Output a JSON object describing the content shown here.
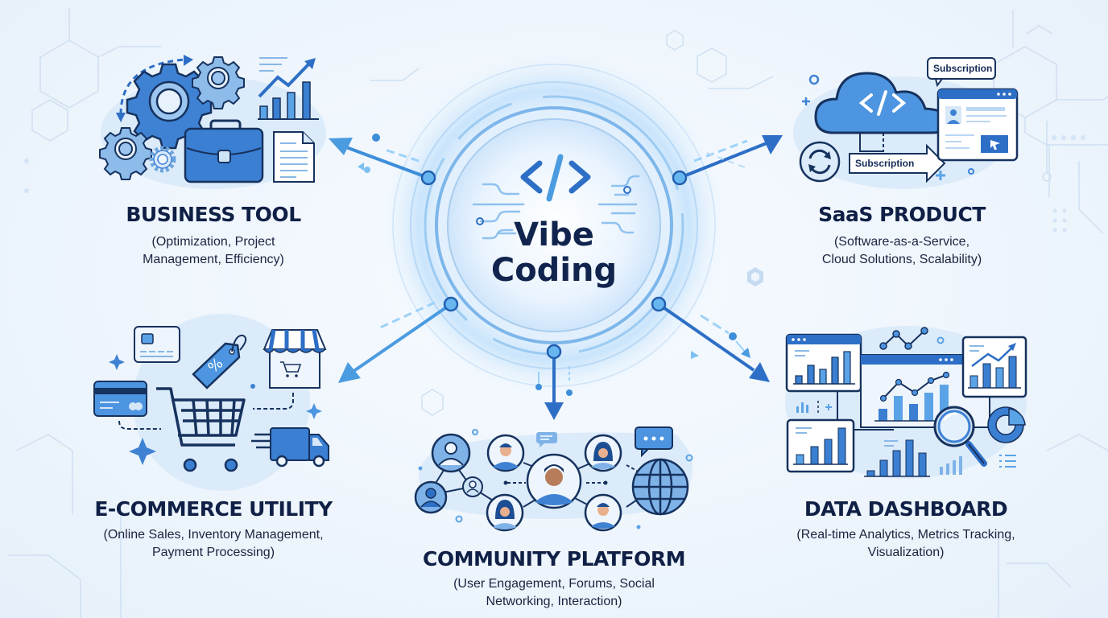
{
  "center": {
    "icon": "code-brackets-icon",
    "line1": "Vibe",
    "line2": "Coding"
  },
  "nodes": [
    {
      "id": "business-tool",
      "title": "BUSINESS TOOL",
      "subtitle_line1": "(Optimization, Project",
      "subtitle_line2": "Management, Efficiency)",
      "icons": [
        "gear-icon",
        "briefcase-icon",
        "bar-chart-trend-icon",
        "document-icon",
        "cycle-arrow-icon"
      ]
    },
    {
      "id": "saas-product",
      "title": "SaaS PRODUCT",
      "subtitle_line1": "(Software-as-a-Service,",
      "subtitle_line2": "Cloud Solutions, Scalability)",
      "icons": [
        "cloud-code-icon",
        "browser-window-icon",
        "sync-icon",
        "arrow-right-icon",
        "chat-bubble-icon"
      ],
      "labels": {
        "bubble": "Subscription",
        "arrow": "Subscription"
      }
    },
    {
      "id": "e-commerce-utility",
      "title": "E-COMMERCE UTILITY",
      "subtitle_line1": "(Online Sales, Inventory Management,",
      "subtitle_line2": "Payment Processing)",
      "icons": [
        "credit-card-icon",
        "price-tag-icon",
        "storefront-icon",
        "shopping-cart-icon",
        "delivery-truck-icon"
      ]
    },
    {
      "id": "community-platform",
      "title": "COMMUNITY PLATFORM",
      "subtitle_line1": "(User Engagement, Forums, Social",
      "subtitle_line2": "Networking, Interaction)",
      "icons": [
        "user-avatar-icon",
        "chat-bubble-icon",
        "globe-icon",
        "network-icon"
      ]
    },
    {
      "id": "data-dashboard",
      "title": "DATA DASHBOARD",
      "subtitle_line1": "(Real-time Analytics, Metrics Tracking,",
      "subtitle_line2": "Visualization)",
      "icons": [
        "dashboard-window-icon",
        "bar-chart-icon",
        "line-chart-icon",
        "magnifier-icon",
        "pie-chart-icon"
      ]
    }
  ],
  "colors": {
    "primary": "#2f6fc9",
    "primary_light": "#5aa3e6",
    "dark_navy": "#0f1f45",
    "outline": "#16325e",
    "pale": "#d6e7f8",
    "background": "#eef5fc"
  }
}
